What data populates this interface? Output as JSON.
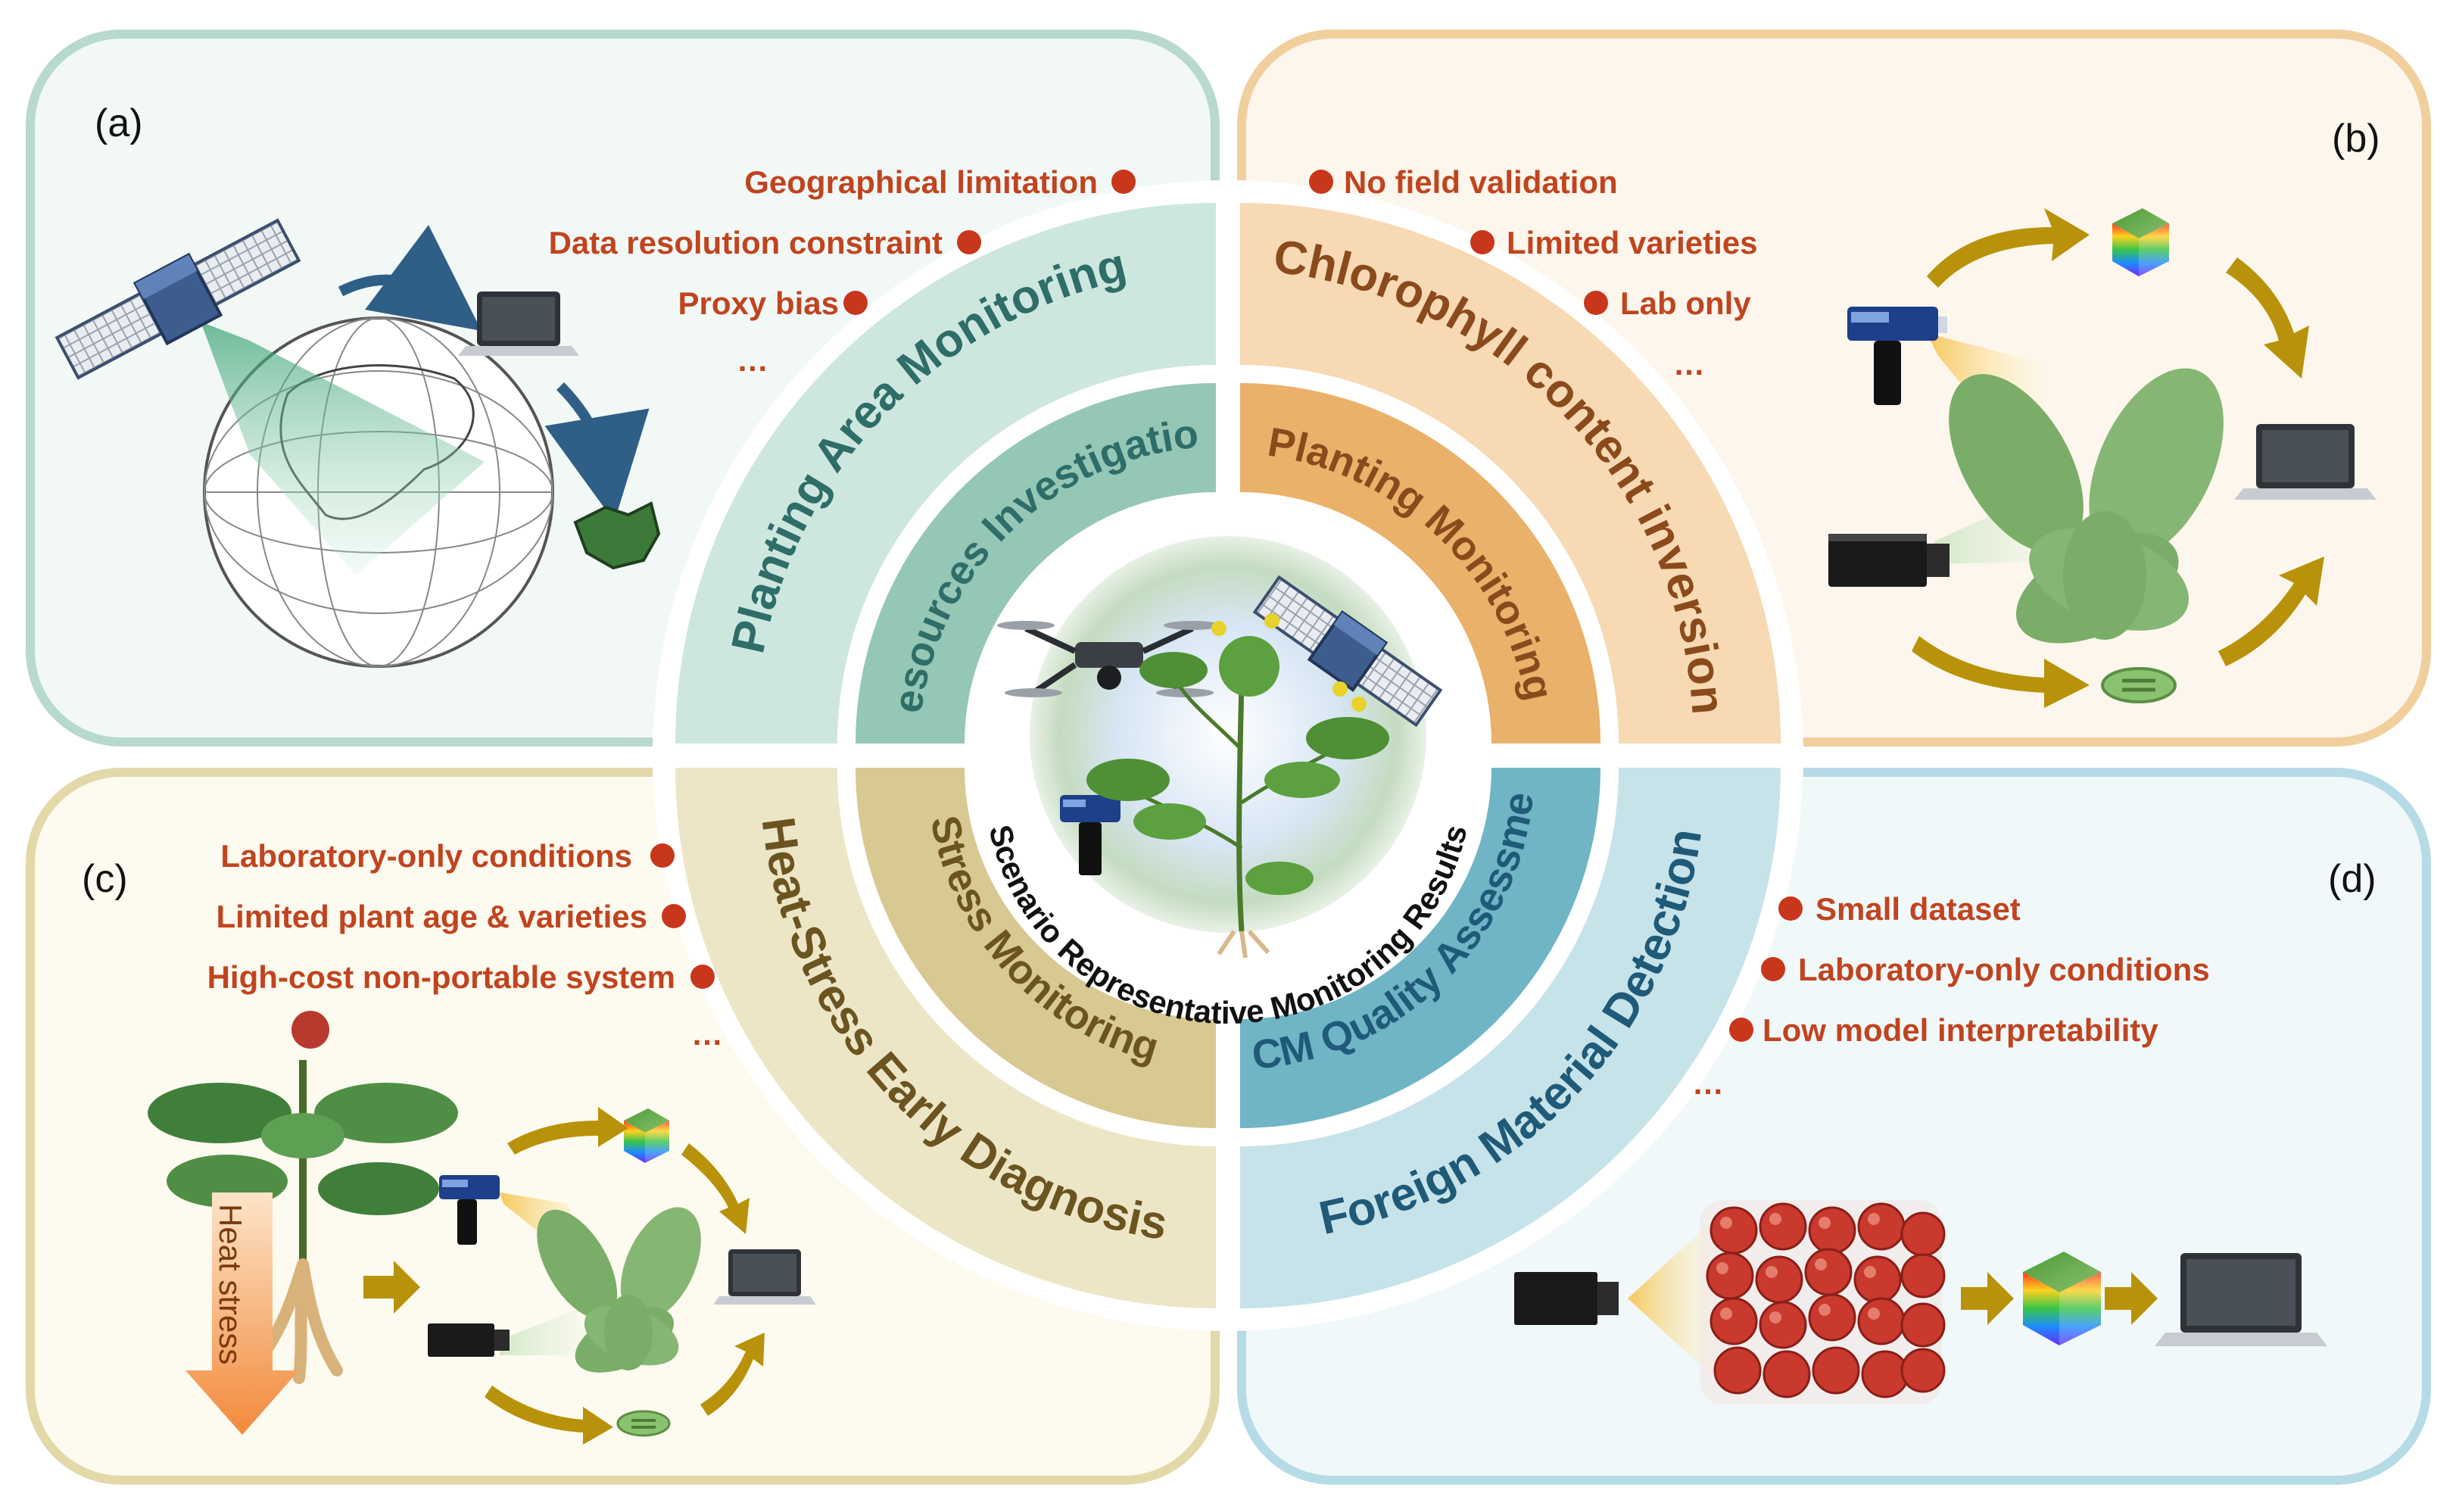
{
  "colors": {
    "panel_a_border": "#b7d9cf",
    "panel_a_fill": "#f1f8f6",
    "panel_b_border": "#f1cf9c",
    "panel_b_fill": "#fdf6ec",
    "panel_c_border": "#e3d8a8",
    "panel_c_fill": "#fdfaef",
    "panel_d_border": "#b5dbe6",
    "panel_d_fill": "#f1f8fa",
    "limitation_text": "#c0441f",
    "bullet": "#c8361c",
    "arrow_blue": "#2f5f86",
    "arrow_gold": "#b8920a"
  },
  "center": {
    "title": "Scenario Representative Monitoring Results"
  },
  "quadrants": [
    {
      "id": "a",
      "inner_label": "Resources Investigation",
      "outer_label": "Planting Area Monitoring",
      "inner_color": "#95c7b6",
      "outer_color": "#cde7df",
      "text_color": "#2e6d68"
    },
    {
      "id": "b",
      "inner_label": "Planting Monitoring",
      "outer_label": "Chlorophyll content inversion",
      "inner_color": "#e9b16a",
      "outer_color": "#f7d9b3",
      "text_color": "#8a4a1c"
    },
    {
      "id": "c",
      "inner_label": "Stress Monitoring",
      "outer_label": "Heat-Stress Early Diagnosis",
      "inner_color": "#d8c993",
      "outer_color": "#ede6c6",
      "text_color": "#6b5420"
    },
    {
      "id": "d",
      "inner_label": "TCM Quality Assessment",
      "outer_label": "Foreign Material Detection",
      "inner_color": "#6fb5c6",
      "outer_color": "#c6e3ea",
      "text_color": "#1f5a78"
    }
  ],
  "panel_a": {
    "label": "(a)",
    "limitations": [
      "Geographical limitation",
      "Data resolution constraint",
      "Proxy bias"
    ],
    "ellipsis": "…",
    "icons": [
      "satellite-icon",
      "globe-icon",
      "laptop-icon",
      "map-patch-icon"
    ]
  },
  "panel_b": {
    "label": "(b)",
    "limitations": [
      "No field validation",
      "Limited varieties",
      "Lab only"
    ],
    "ellipsis": "…",
    "icons": [
      "hyperspectral-cube-icon",
      "spectrometer-icon",
      "camera-icon",
      "leaf-icon",
      "laptop-icon",
      "chloroplast-icon"
    ]
  },
  "panel_c": {
    "label": "(c)",
    "limitations": [
      "Laboratory-only conditions",
      "Limited plant age & varieties",
      "High-cost non-portable system"
    ],
    "ellipsis": "…",
    "heat_stress_label": "Heat stress",
    "icons": [
      "ginseng-plant-icon",
      "spectrometer-icon",
      "camera-icon",
      "leaf-icon",
      "hyperspectral-cube-icon",
      "laptop-icon",
      "chloroplast-icon"
    ]
  },
  "panel_d": {
    "label": "(d)",
    "limitations": [
      "Small dataset",
      "Laboratory-only conditions",
      "Low model interpretability"
    ],
    "ellipsis": "…",
    "icons": [
      "camera-icon",
      "dried-fruit-sample-icon",
      "hyperspectral-cube-icon",
      "laptop-icon"
    ]
  }
}
